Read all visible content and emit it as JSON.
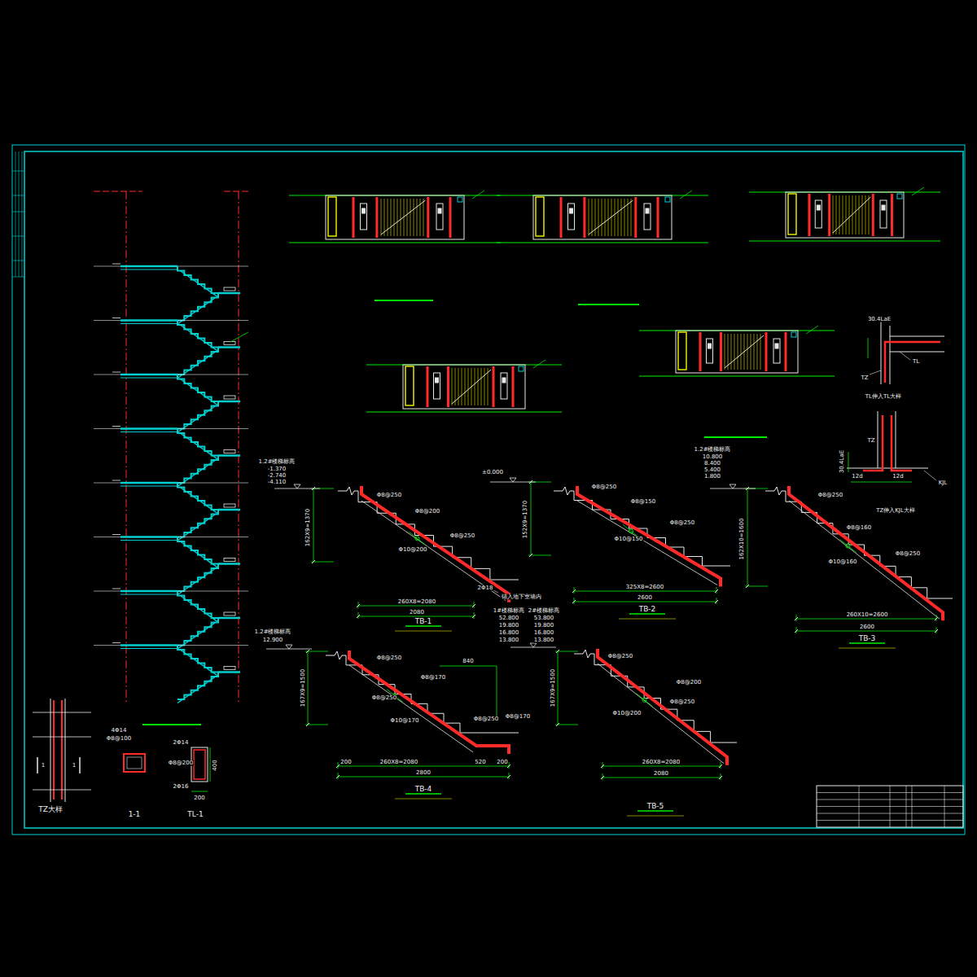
{
  "diagram": {
    "labels": [
      "1.2#楼梯标高",
      "-1.370",
      "-2.740",
      "-4.110",
      "162X9=1370",
      "Φ8@250",
      "Φ8@200",
      "Φ8@250",
      "Φ10@200",
      "2Φ18",
      "锚入地下室墙内",
      "260X8=2080",
      "2080",
      "TB-1",
      "±0.000",
      "152X9=1370",
      "Φ8@250",
      "Φ8@150",
      "Φ8@250",
      "Φ10@150",
      "325X8=2600",
      "2600",
      "TB-2",
      "1.2#楼梯标高",
      "10.800",
      "8.400",
      "5.400",
      "1.800",
      "162X10=1600",
      "Φ8@250",
      "Φ8@160",
      "Φ8@250",
      "Φ10@160",
      "260X10=2600",
      "2600",
      "TB-3",
      "1.2#楼梯标高",
      "12.900",
      "167X9=1500",
      "Φ8@250",
      "Φ8@170",
      "Φ8@250",
      "Φ10@170",
      "840",
      "Φ8@250",
      "Φ8@170",
      "200",
      "260X8=2080",
      "520",
      "200",
      "2800",
      "TB-4",
      "1#楼梯标高",
      "52.800",
      "19.800",
      "16.800",
      "13.800",
      "2#楼梯标高",
      "53.800",
      "19.800",
      "16.800",
      "13.800",
      "167X9=1500",
      "Φ8@250",
      "Φ8@200",
      "Φ8@250",
      "Φ10@200",
      "260X8=2080",
      "2080",
      "TB-5",
      "30.4LaE",
      "TZ",
      "TL",
      "TL伸入TL大样",
      "TZ",
      "30.4LaE",
      "12d",
      "12d",
      "KJL",
      "TZ伸入KJL大样",
      "1",
      "1",
      "TZ大样",
      "4Φ14",
      "Φ8@100",
      "1-1",
      "2Φ14",
      "Φ8@200",
      "400",
      "2Φ16",
      "200",
      "TL-1"
    ]
  }
}
